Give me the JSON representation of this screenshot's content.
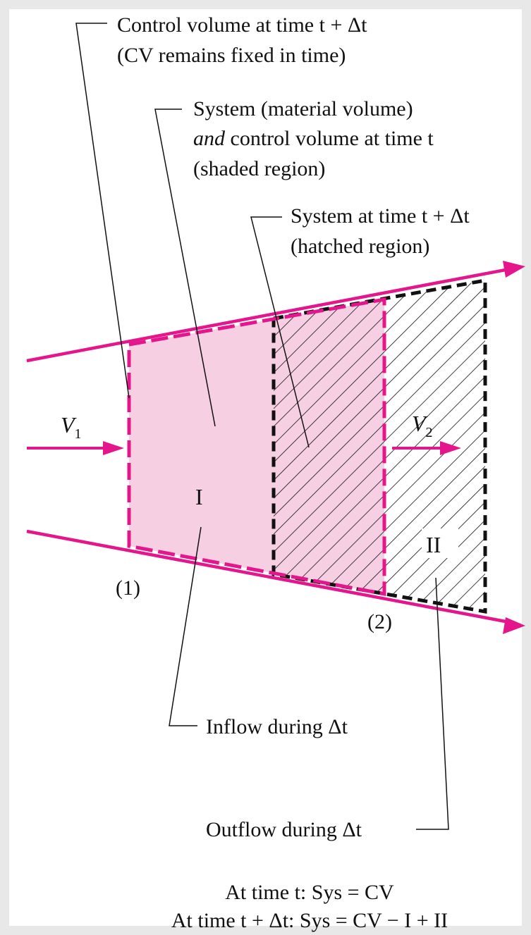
{
  "labels": {
    "cv_line1": "Control volume at time t + Δt",
    "cv_line2": "(CV remains fixed in time)",
    "sys_line1": "System (material volume)",
    "sys_line2_em": "and",
    "sys_line2_rest": " control volume at time t",
    "sys_line3": "(shaded region)",
    "sysdt_line1": "System at time t + Δt",
    "sysdt_line2": "(hatched region)",
    "v1": "V",
    "v1_sub": "1",
    "v2": "V",
    "v2_sub": "2",
    "region_1": "I",
    "region_2": "II",
    "section_1": "(1)",
    "section_2": "(2)",
    "inflow": "Inflow during Δt",
    "outflow": "Outflow during Δt",
    "eq1": "At time t: Sys = CV",
    "eq2": "At time t + Δt: Sys = CV − I + II"
  },
  "colors": {
    "magenta": "#e5168c",
    "shade": "#f7cfe2",
    "background": "#e8e8e8",
    "panel": "#ffffff"
  }
}
